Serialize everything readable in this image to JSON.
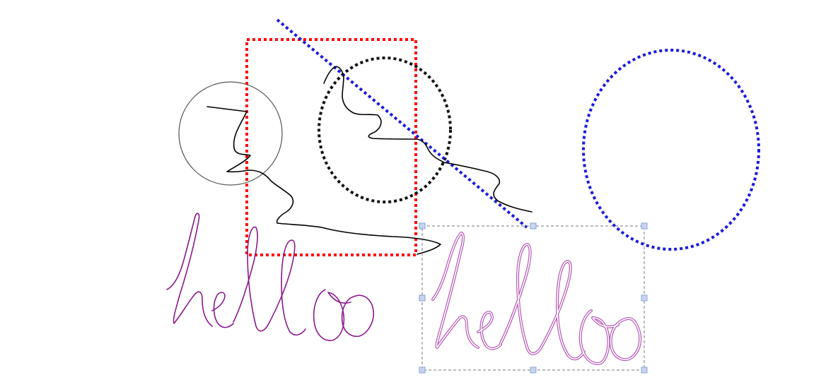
{
  "canvas": {
    "background": "#ffffff"
  },
  "strokes": [
    {
      "id": "circle-outline-gray",
      "shape": "circle",
      "color": "#555555",
      "style": "solid"
    },
    {
      "id": "rectangle-dotted-red",
      "shape": "rectangle",
      "color": "#ff0000",
      "style": "dotted"
    },
    {
      "id": "line-dotted-blue",
      "shape": "line",
      "color": "#1a1adc",
      "style": "dotted"
    },
    {
      "id": "circle-dotted-black",
      "shape": "circle",
      "color": "#111111",
      "style": "dotted"
    },
    {
      "id": "ellipse-dotted-blue",
      "shape": "ellipse",
      "color": "#1a1adc",
      "style": "dotted"
    },
    {
      "id": "squiggle-freehand-black",
      "shape": "freehand",
      "color": "#000000",
      "style": "solid"
    },
    {
      "id": "handwriting-purple",
      "shape": "freehand",
      "color": "#8b1a8b",
      "style": "solid"
    },
    {
      "id": "handwriting-selected",
      "shape": "freehand",
      "color": "#b45ab4",
      "style": "outlined",
      "selected": true
    }
  ],
  "selection": {
    "border_color": "#777777",
    "handle_fill": "#c6d4ef",
    "handle_stroke": "#8da3d6",
    "handles": [
      "top-left",
      "top-center",
      "top-right",
      "middle-left",
      "middle-right",
      "bottom-left",
      "bottom-center",
      "bottom-right"
    ]
  }
}
